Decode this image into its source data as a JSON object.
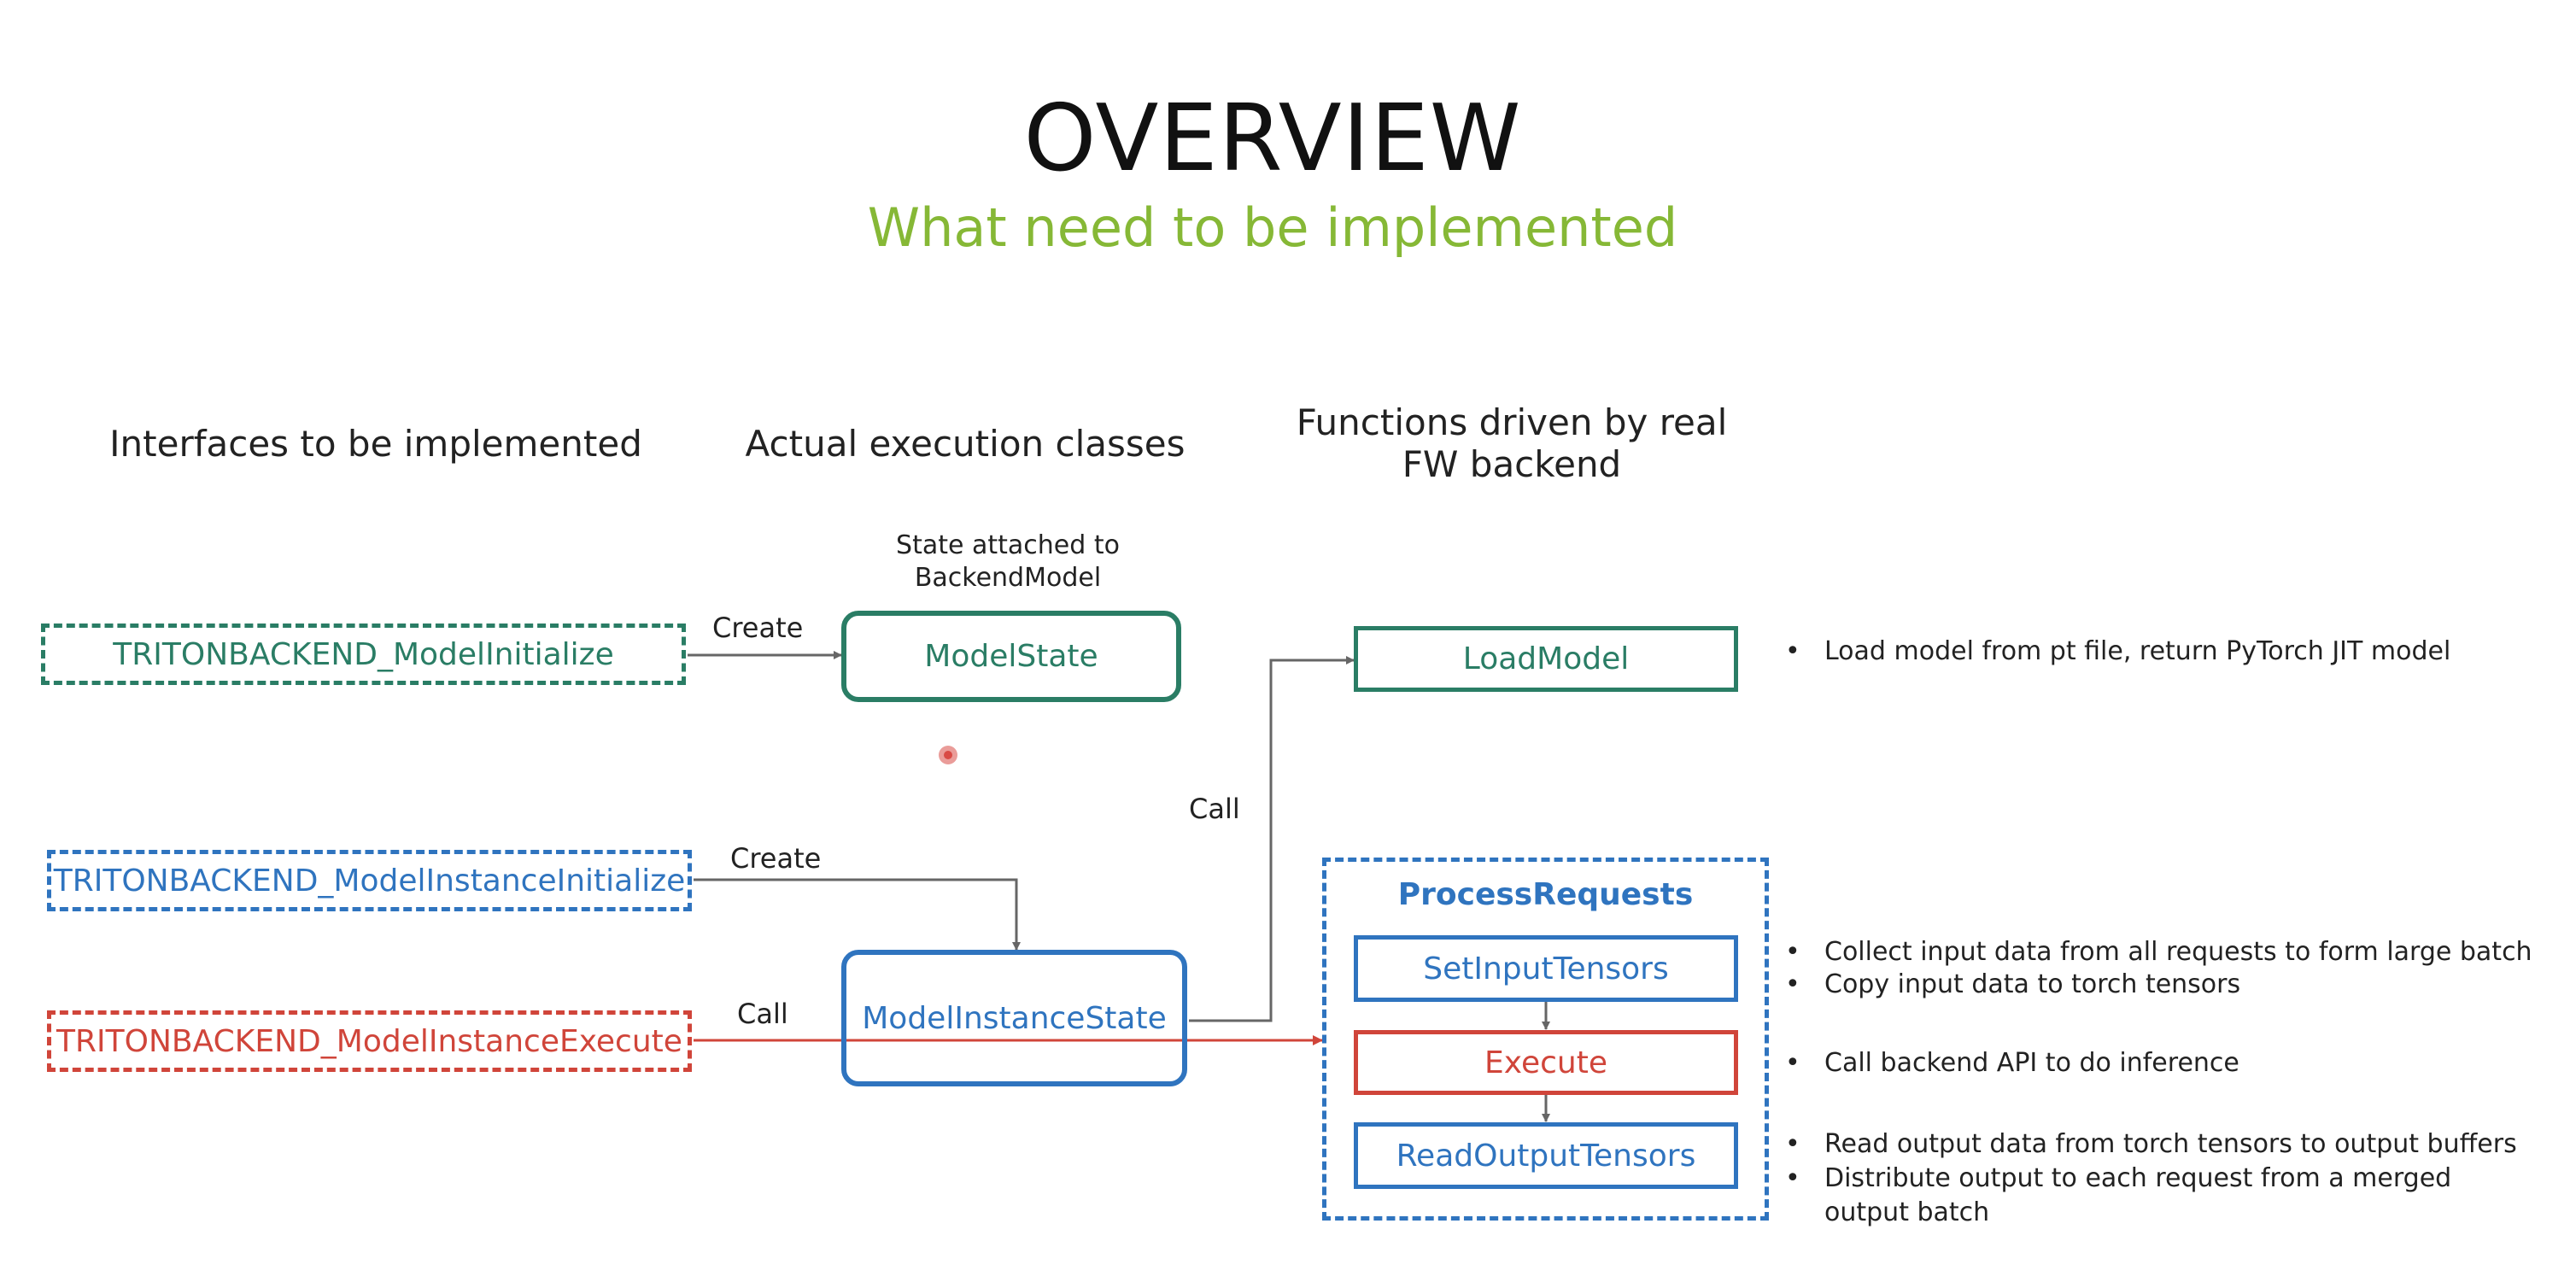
{
  "title": "OVERVIEW",
  "subtitle": "What need to be implemented",
  "columns": {
    "interfaces": "Interfaces to be implemented",
    "classes": "Actual execution classes",
    "functions_line1": "Functions driven by real",
    "functions_line2": "FW backend"
  },
  "state_note": {
    "line1": "State attached to",
    "line2": "BackendModel"
  },
  "interfaces": {
    "model_initialize": "TRITONBACKEND_ModelInitialize",
    "instance_initialize": "TRITONBACKEND_ModelInstanceInitialize",
    "instance_execute": "TRITONBACKEND_ModelInstanceExecute"
  },
  "classes": {
    "model_state": "ModelState",
    "model_instance_state": "ModelInstanceState"
  },
  "functions": {
    "load_model": "LoadModel",
    "process_requests": "ProcessRequests",
    "set_input_tensors": "SetInputTensors",
    "execute": "Execute",
    "read_output_tensors": "ReadOutputTensors"
  },
  "edge_labels": {
    "create_1": "Create",
    "create_2": "Create",
    "call_load": "Call",
    "call_execute": "Call"
  },
  "notes": {
    "load_model": "Load model from pt file, return PyTorch JIT model",
    "set_input_1": "Collect input data from all requests to form large batch",
    "set_input_2": "Copy input data to torch tensors",
    "execute": "Call backend API to do inference",
    "read_output_1": "Read output data from torch tensors to output buffers",
    "read_output_2": "Distribute output to each request from a merged output batch"
  },
  "colors": {
    "green": "#2a7d65",
    "blue": "#2f74bf",
    "red": "#d0453a",
    "subtitle": "#86b836",
    "pointer": "#d94a45"
  }
}
